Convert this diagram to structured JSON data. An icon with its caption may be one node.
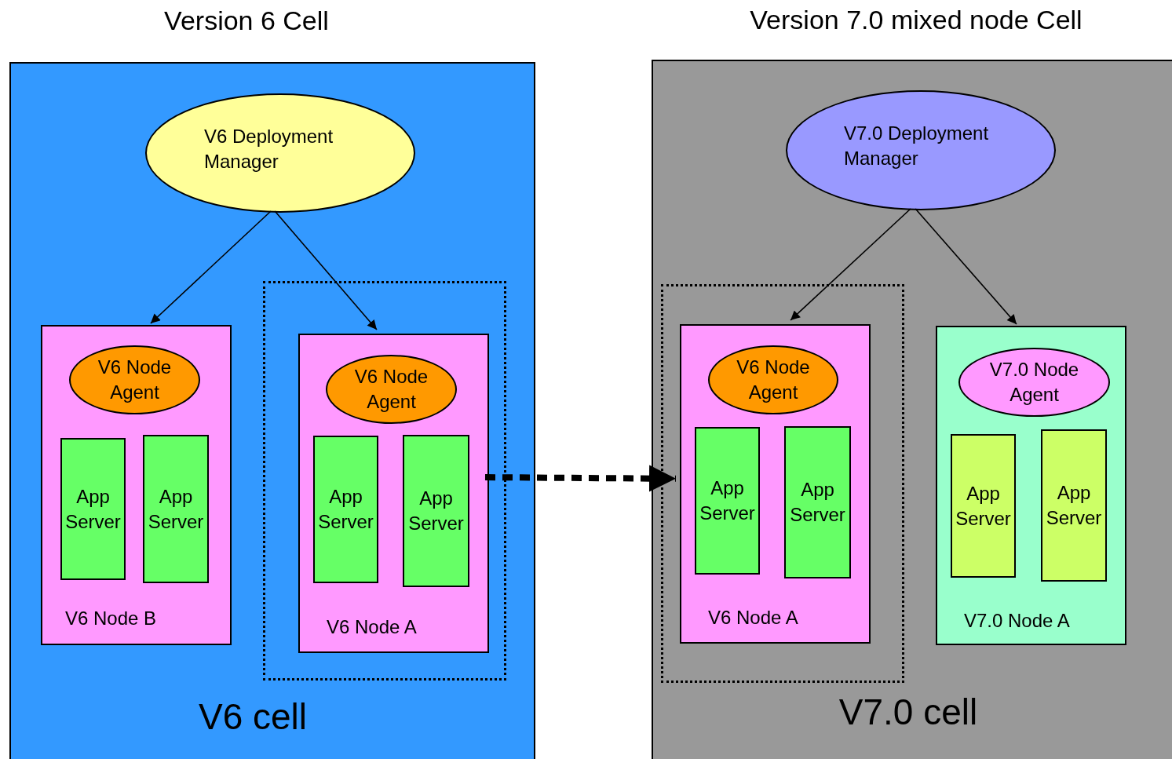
{
  "diagram": {
    "nodes": [
      {
        "text": [
          "Version 6 Cell",
          "V6 cell"
        ]
      },
      {
        "text": [
          "V6 Deployment Manager"
        ],
        "in": 0
      },
      {
        "text": [
          "V6 Node B"
        ],
        "in": 0
      },
      {
        "text": [
          "V6 Node Agent"
        ],
        "in": 2
      },
      {
        "text": [
          "App Server"
        ],
        "in": 2
      },
      {
        "text": [
          "App Server"
        ],
        "in": 2
      },
      {
        "text": [],
        "shape": "box",
        "in": 0
      },
      {
        "text": [
          "V6 Node A"
        ],
        "in": 6
      },
      {
        "text": [
          "V6 Node Agent"
        ],
        "in": 7
      },
      {
        "text": [
          "App Server"
        ],
        "in": 7
      },
      {
        "text": [
          "App Server"
        ],
        "in": 7
      },
      {
        "text": [
          "Version 7.0 mixed node Cell",
          "V7.0 cell"
        ]
      },
      {
        "text": [
          "V7.0 Deployment Manager"
        ],
        "in": 11
      },
      {
        "text": [],
        "shape": "box",
        "in": 11
      },
      {
        "text": [
          "V6 Node A"
        ],
        "in": 13
      },
      {
        "text": [
          "V6 Node Agent"
        ],
        "in": 14
      },
      {
        "text": [
          "App Server"
        ],
        "in": 14
      },
      {
        "text": [
          "App Server"
        ],
        "in": 14
      },
      {
        "text": [
          "V7.0 Node A"
        ],
        "in": 11
      },
      {
        "text": [
          "V7.0 Node Agent"
        ],
        "in": 18
      },
      {
        "text": [
          "App Server"
        ],
        "in": 18
      },
      {
        "text": [
          "App Server"
        ],
        "in": 18
      }
    ],
    "edges": [
      {
        "from": 1,
        "to": 2,
        "arrow": "to"
      },
      {
        "from": 1,
        "to": 7,
        "arrow": "to"
      },
      {
        "from": 12,
        "to": 14,
        "arrow": "to"
      },
      {
        "from": 12,
        "to": 18,
        "arrow": "to"
      },
      {
        "from": 7,
        "to": 14,
        "arrow": "to",
        "style": "dashed"
      }
    ]
  }
}
